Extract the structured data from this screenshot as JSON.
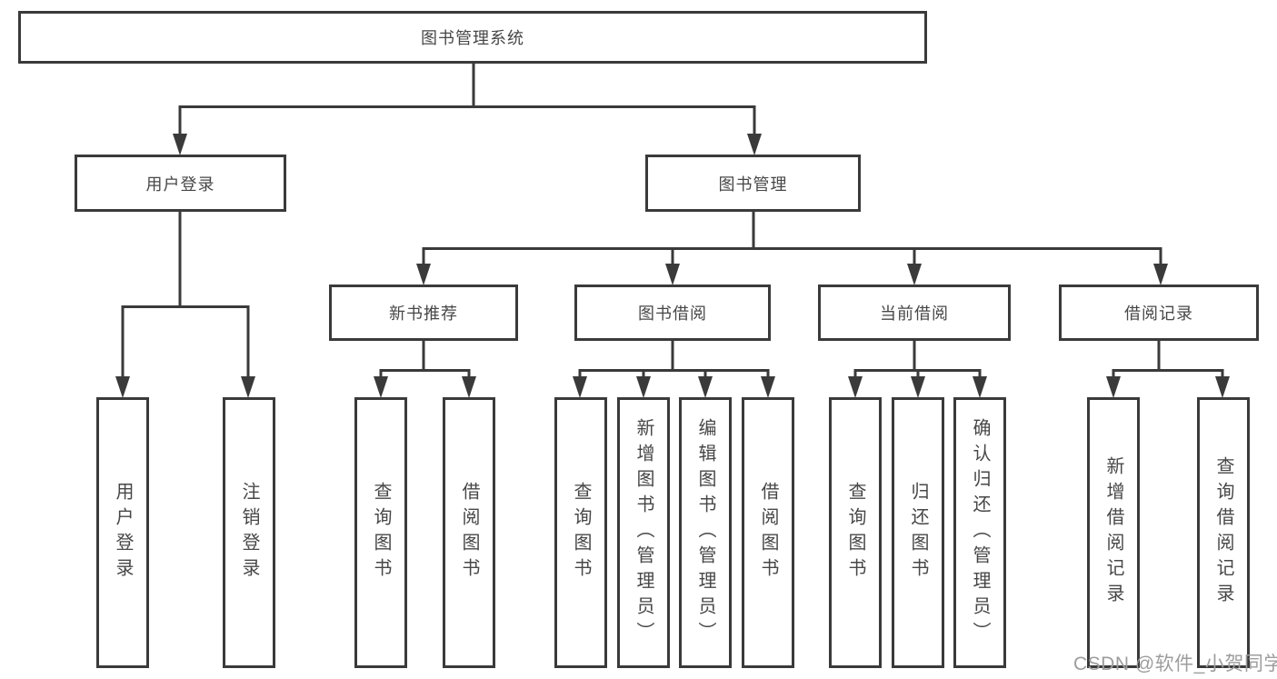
{
  "diagram": {
    "root": {
      "label": "图书管理系统"
    },
    "level2": {
      "user_login": {
        "label": "用户登录"
      },
      "book_mgmt": {
        "label": "图书管理"
      }
    },
    "level3": {
      "new_book_rec": {
        "label": "新书推荐"
      },
      "book_borrow": {
        "label": "图书借阅"
      },
      "current_borrow": {
        "label": "当前借阅"
      },
      "borrow_records": {
        "label": "借阅记录"
      }
    },
    "leaves": {
      "user_login_children": [
        "用户登录",
        "注销登录"
      ],
      "new_book_rec_children": [
        "查询图书",
        "借阅图书"
      ],
      "book_borrow_children": [
        "查询图书",
        "新增图书（管理员）",
        "编辑图书（管理员）",
        "借阅图书"
      ],
      "current_borrow_children": [
        "查询图书",
        "归还图书",
        "确认归还（管理员）"
      ],
      "borrow_records_children": [
        "新增借阅记录",
        "查询借阅记录"
      ]
    }
  },
  "watermark": {
    "text": "CSDN @软件_小贺同学"
  },
  "colors": {
    "line": "#3a3a3a",
    "text": "#474747",
    "watermark": "#9d9d9d",
    "background": "#ffffff"
  }
}
